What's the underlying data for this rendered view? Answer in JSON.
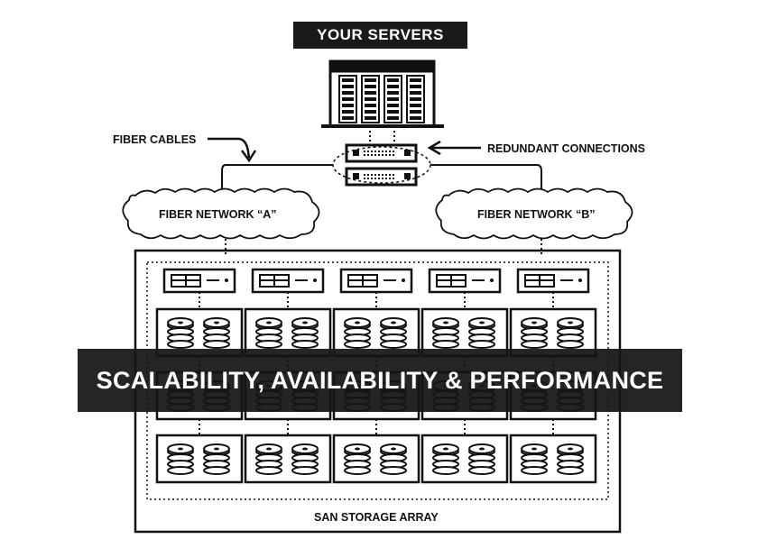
{
  "diagram": {
    "title": "YOUR SERVERS",
    "fiber_cables_label": "FIBER CABLES",
    "redundant_connections_label": "REDUNDANT CONNECTIONS",
    "network_a_label": "FIBER NETWORK “A”",
    "network_b_label": "FIBER NETWORK “B”",
    "storage_array_label": "SAN STORAGE ARRAY",
    "banner_text": "SCALABILITY, AVAILABILITY & PERFORMANCE",
    "storage_columns": 5,
    "disk_rows": 3
  },
  "colors": {
    "ink": "#111111",
    "banner_bg": "#141414",
    "banner_text": "#ffffff"
  }
}
